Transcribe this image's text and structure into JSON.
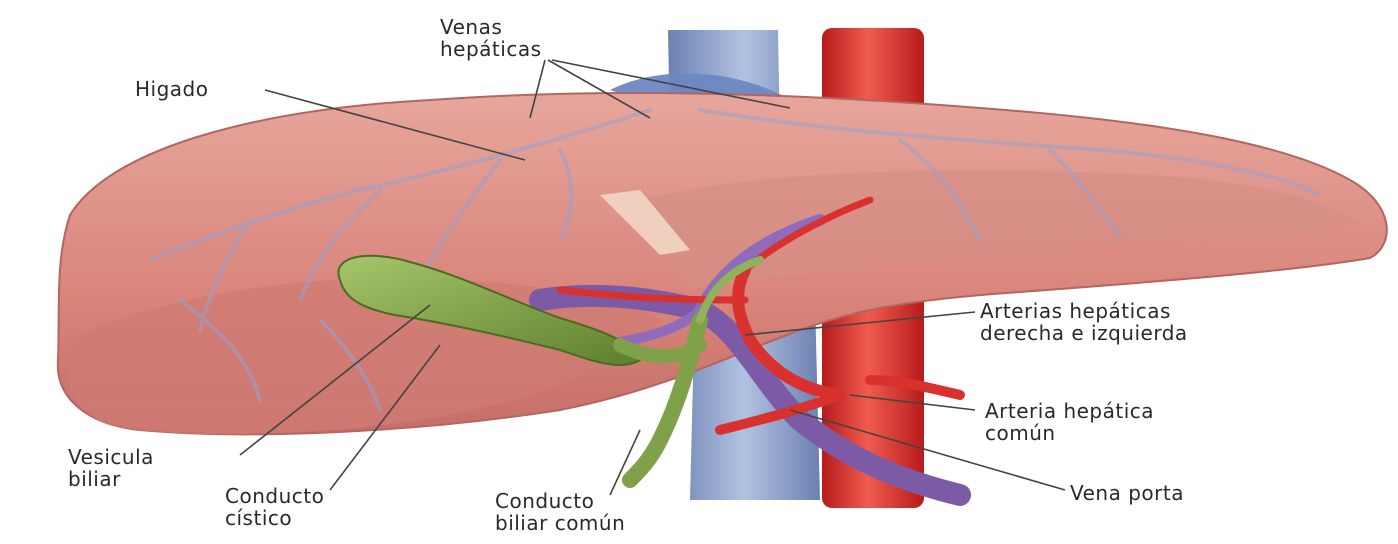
{
  "labels": {
    "venas_hepaticas": [
      "Venas",
      "hepáticas"
    ],
    "higado": "Higado",
    "arterias_hepaticas": [
      "Arterias hepáticas",
      "derecha e izquierda"
    ],
    "arteria_hepatica_comun": [
      "Arteria hepática",
      "común"
    ],
    "vena_porta": "Vena porta",
    "vesicula_biliar": [
      "Vesicula",
      "biliar"
    ],
    "conducto_cistico": [
      "Conducto",
      "cístico"
    ],
    "conducto_biliar_comun": [
      "Conducto",
      "biliar común"
    ]
  },
  "colors": {
    "liver": "#d98a82",
    "liver_dark": "#b86a64",
    "vein": "#6f86b8",
    "artery": "#d8312e",
    "portal": "#7d5aa6",
    "gallbladder": "#7ea14a",
    "leader_line": "#444444"
  }
}
